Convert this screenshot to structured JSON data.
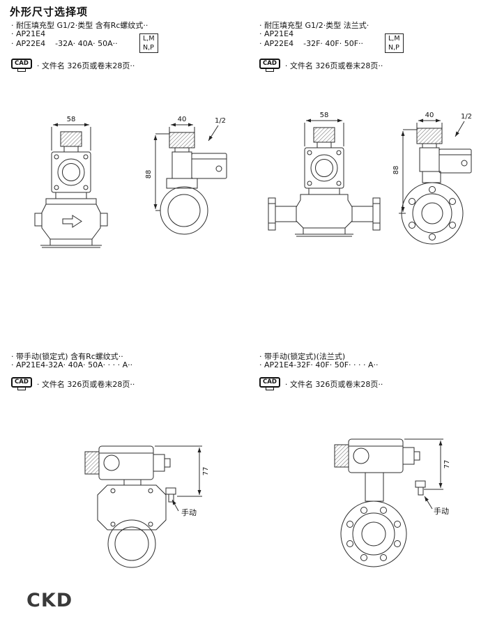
{
  "page": {
    "title": "外形尺寸选择项",
    "logo": "CKD"
  },
  "sections": [
    {
      "line1": "· 耐压填充型 G1/2·类型 含有Rc螺纹式··",
      "line2": "· AP21E4",
      "line3": "· AP22E4",
      "line3_suffix": "-32A· 40A· 50A··",
      "box_top": "L,M",
      "box_bottom": "N,P",
      "cad_label": "CAD",
      "cad_note": "· 文件名 326页或卷末28页··",
      "dims": {
        "coil_width": "58",
        "knob_width": "40",
        "port": "1/2",
        "height": "88"
      }
    },
    {
      "line1": "· 耐压填充型 G1/2·类型 法兰式·",
      "line2": "· AP21E4",
      "line3": "· AP22E4",
      "line3_suffix": "-32F· 40F· 50F··",
      "box_top": "L,M",
      "box_bottom": "N,P",
      "cad_label": "CAD",
      "cad_note": "· 文件名 326页或卷末28页··",
      "dims": {
        "coil_width": "58",
        "knob_width": "40",
        "port": "1/2",
        "height": "88"
      }
    },
    {
      "line1": "· 带手动(锁定式) 含有Rc螺纹式··",
      "line2": "· AP21E4-32A· 40A· 50A· · · · A··",
      "cad_label": "CAD",
      "cad_note": "· 文件名 326页或卷末28页··",
      "dims": {
        "height": "77"
      },
      "callout": "手动"
    },
    {
      "line1": "· 带手动(锁定式)(法兰式)",
      "line2": "· AP21E4-32F· 40F· 50F· · · · A··",
      "cad_label": "CAD",
      "cad_note": "· 文件名 326页或卷末28页··",
      "dims": {
        "height": "77"
      },
      "callout": "手动"
    }
  ]
}
